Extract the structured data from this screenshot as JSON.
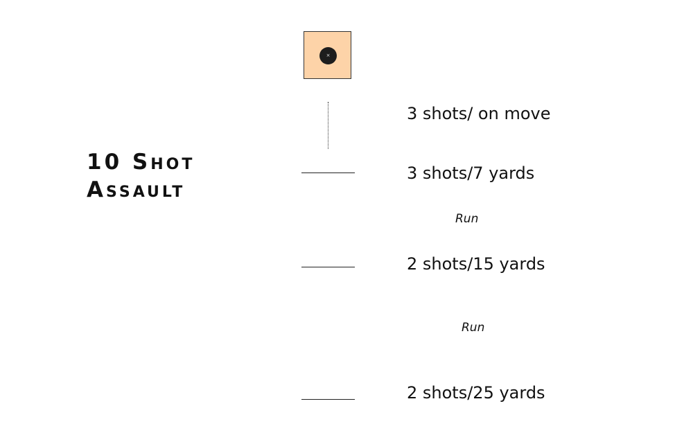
{
  "title": {
    "line1": "10 Shot",
    "line2": "Assault"
  },
  "target": {
    "fill_color": "#fdd3a8",
    "bullseye_color": "#1d1d1d",
    "center_mark": "×"
  },
  "stages": {
    "on_move": "3 shots/ on move",
    "seven_yards": "3 shots/7 yards",
    "fifteen_yards": "2 shots/15 yards",
    "twentyfive_yards": "2 shots/25 yards"
  },
  "transitions": {
    "run_1": "Run",
    "run_2": "Run"
  }
}
